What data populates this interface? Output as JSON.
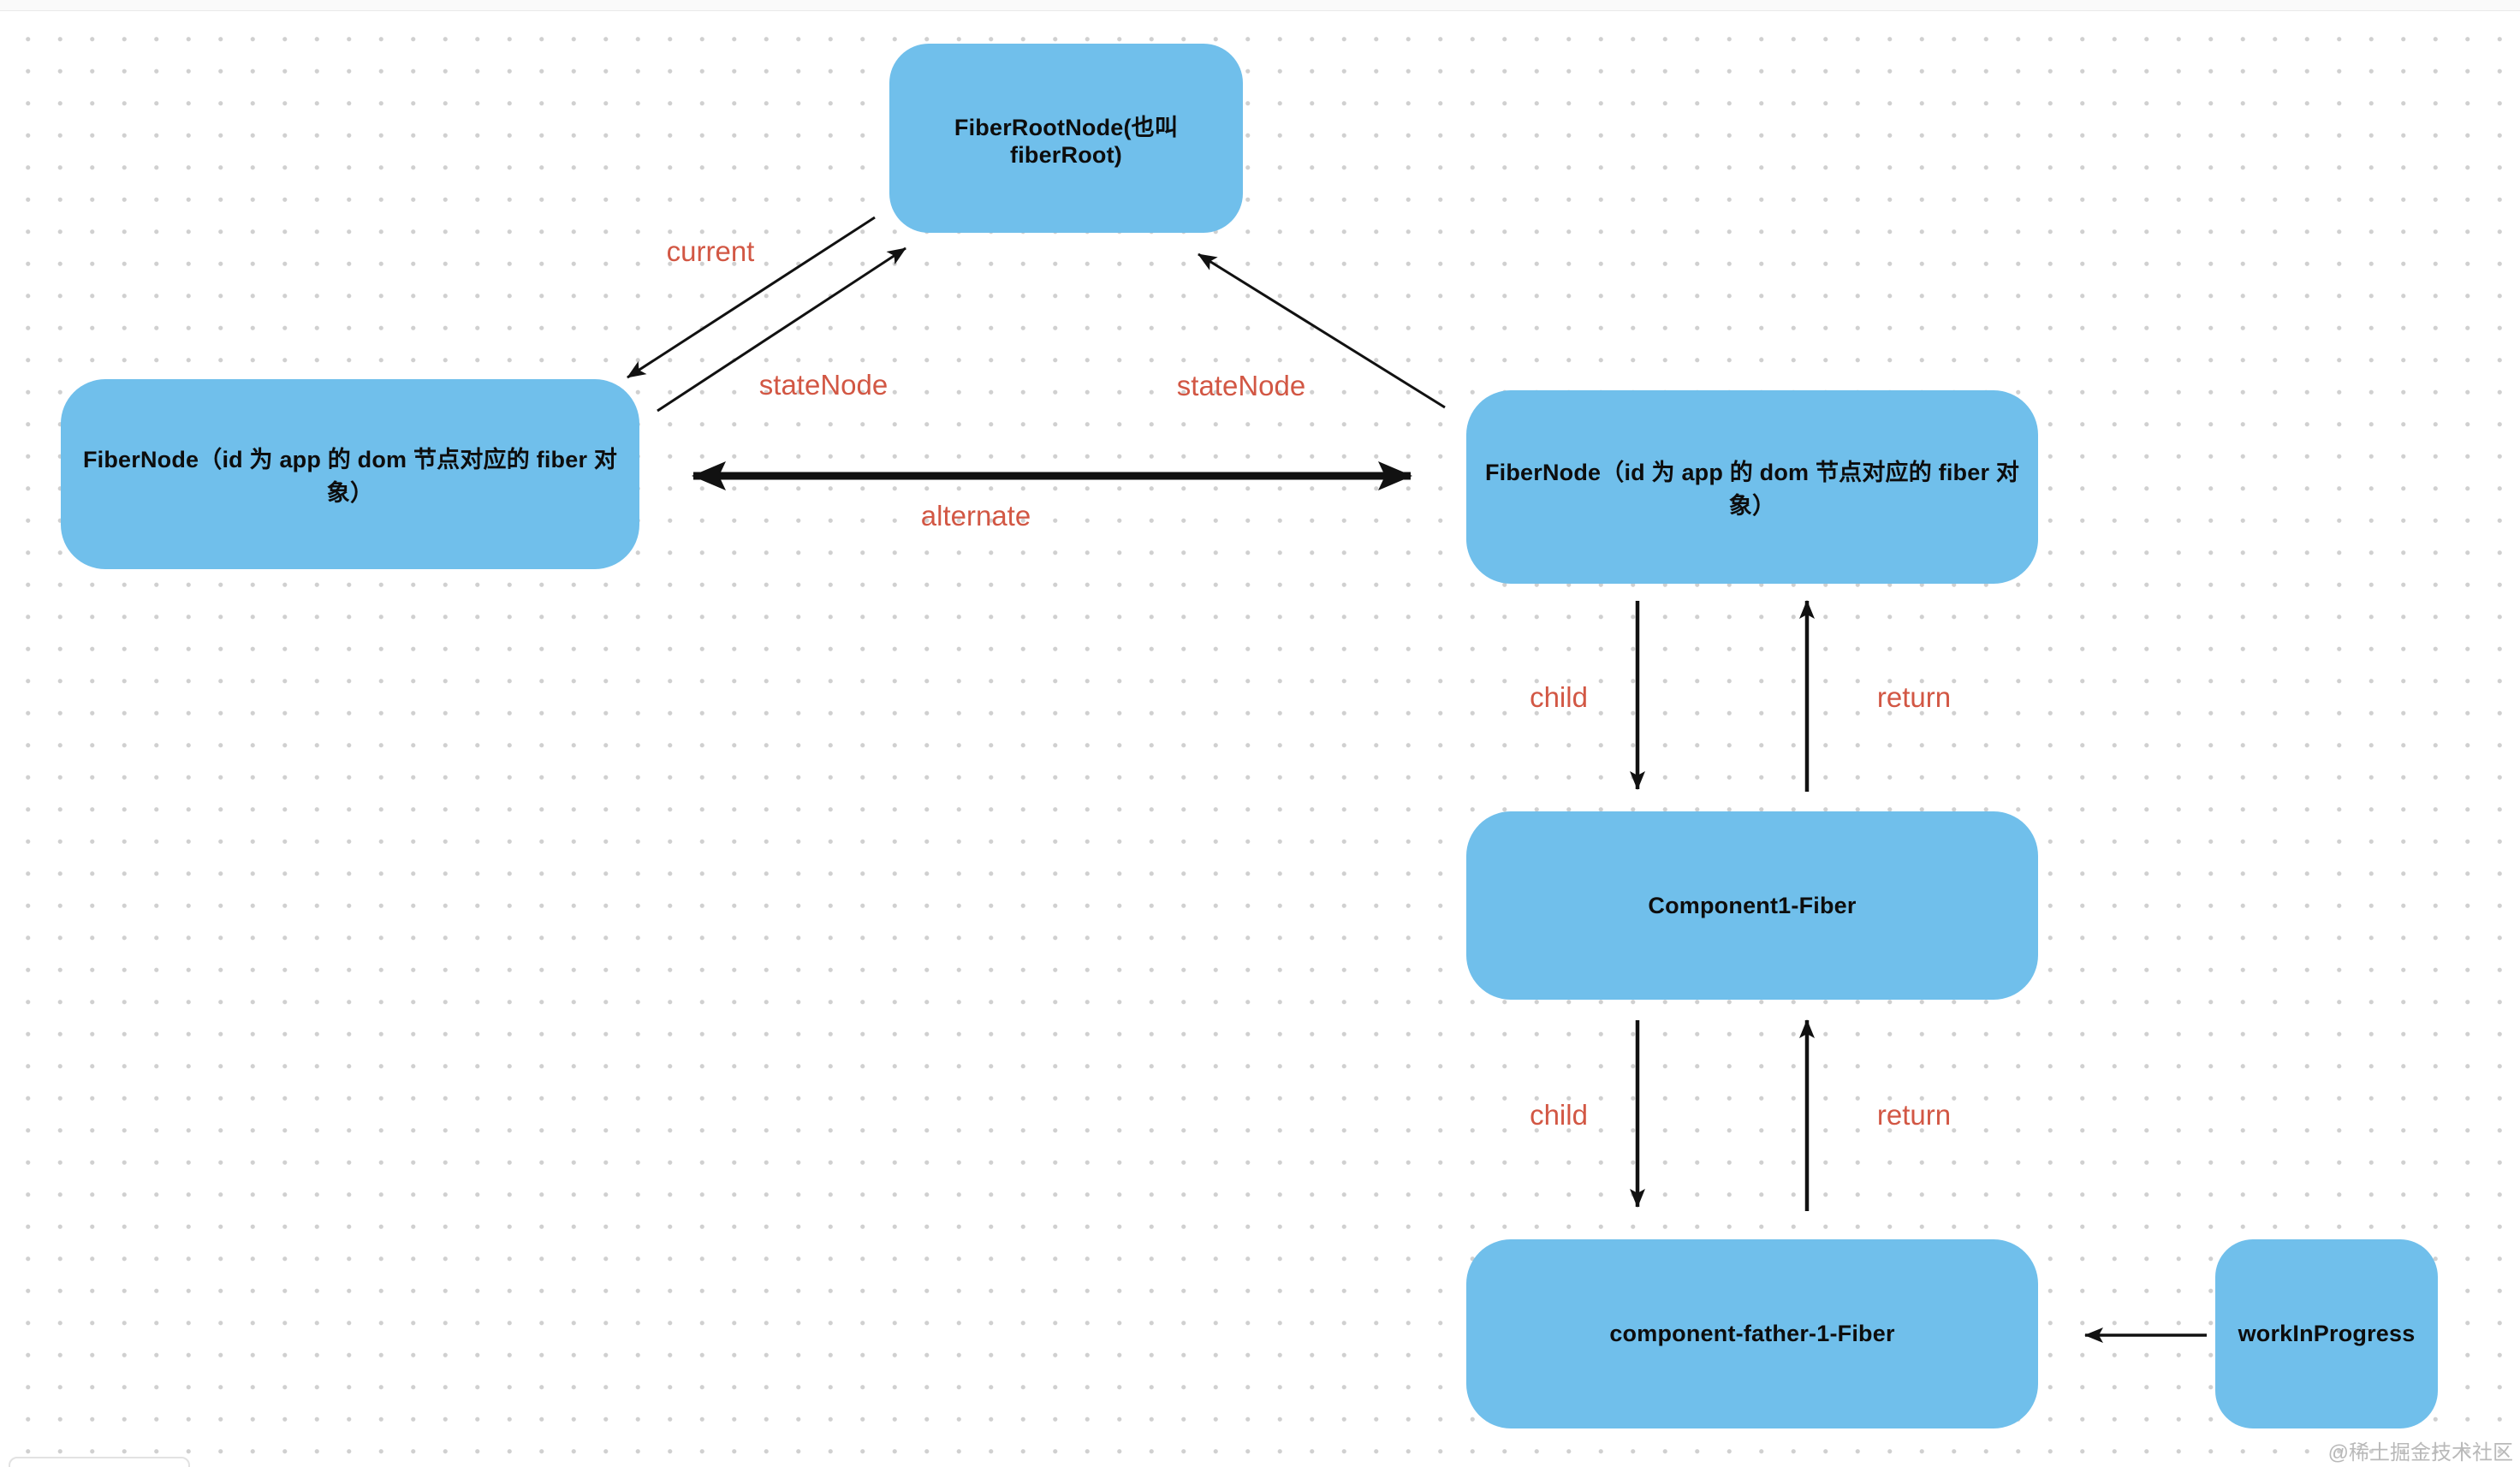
{
  "colors": {
    "node_fill": "#70bfeb",
    "node_text": "#0d0d0d",
    "edge_label": "#d25744",
    "arrow": "#111111",
    "dot_grid": "#d0d0d0",
    "watermark_text": "#b9b9b9"
  },
  "nodes": {
    "fiber_root": {
      "label": "FiberRootNode(也叫 fiberRoot)"
    },
    "fiber_node_left": {
      "label": "FiberNode（id 为 app 的 dom 节点对应的 fiber 对象）"
    },
    "fiber_node_right": {
      "label": "FiberNode（id 为 app 的 dom 节点对应的 fiber 对象）"
    },
    "component1": {
      "label": "Component1-Fiber"
    },
    "component_father": {
      "label": "component-father-1-Fiber"
    },
    "work_in_progress": {
      "label": "workInProgress"
    }
  },
  "edges": {
    "current": "current",
    "state_node_left": "stateNode",
    "state_node_right": "stateNode",
    "alternate": "alternate",
    "child_top": "child",
    "return_top": "return",
    "child_bottom": "child",
    "return_bottom": "return"
  },
  "watermark": "@稀土掘金技术社区"
}
